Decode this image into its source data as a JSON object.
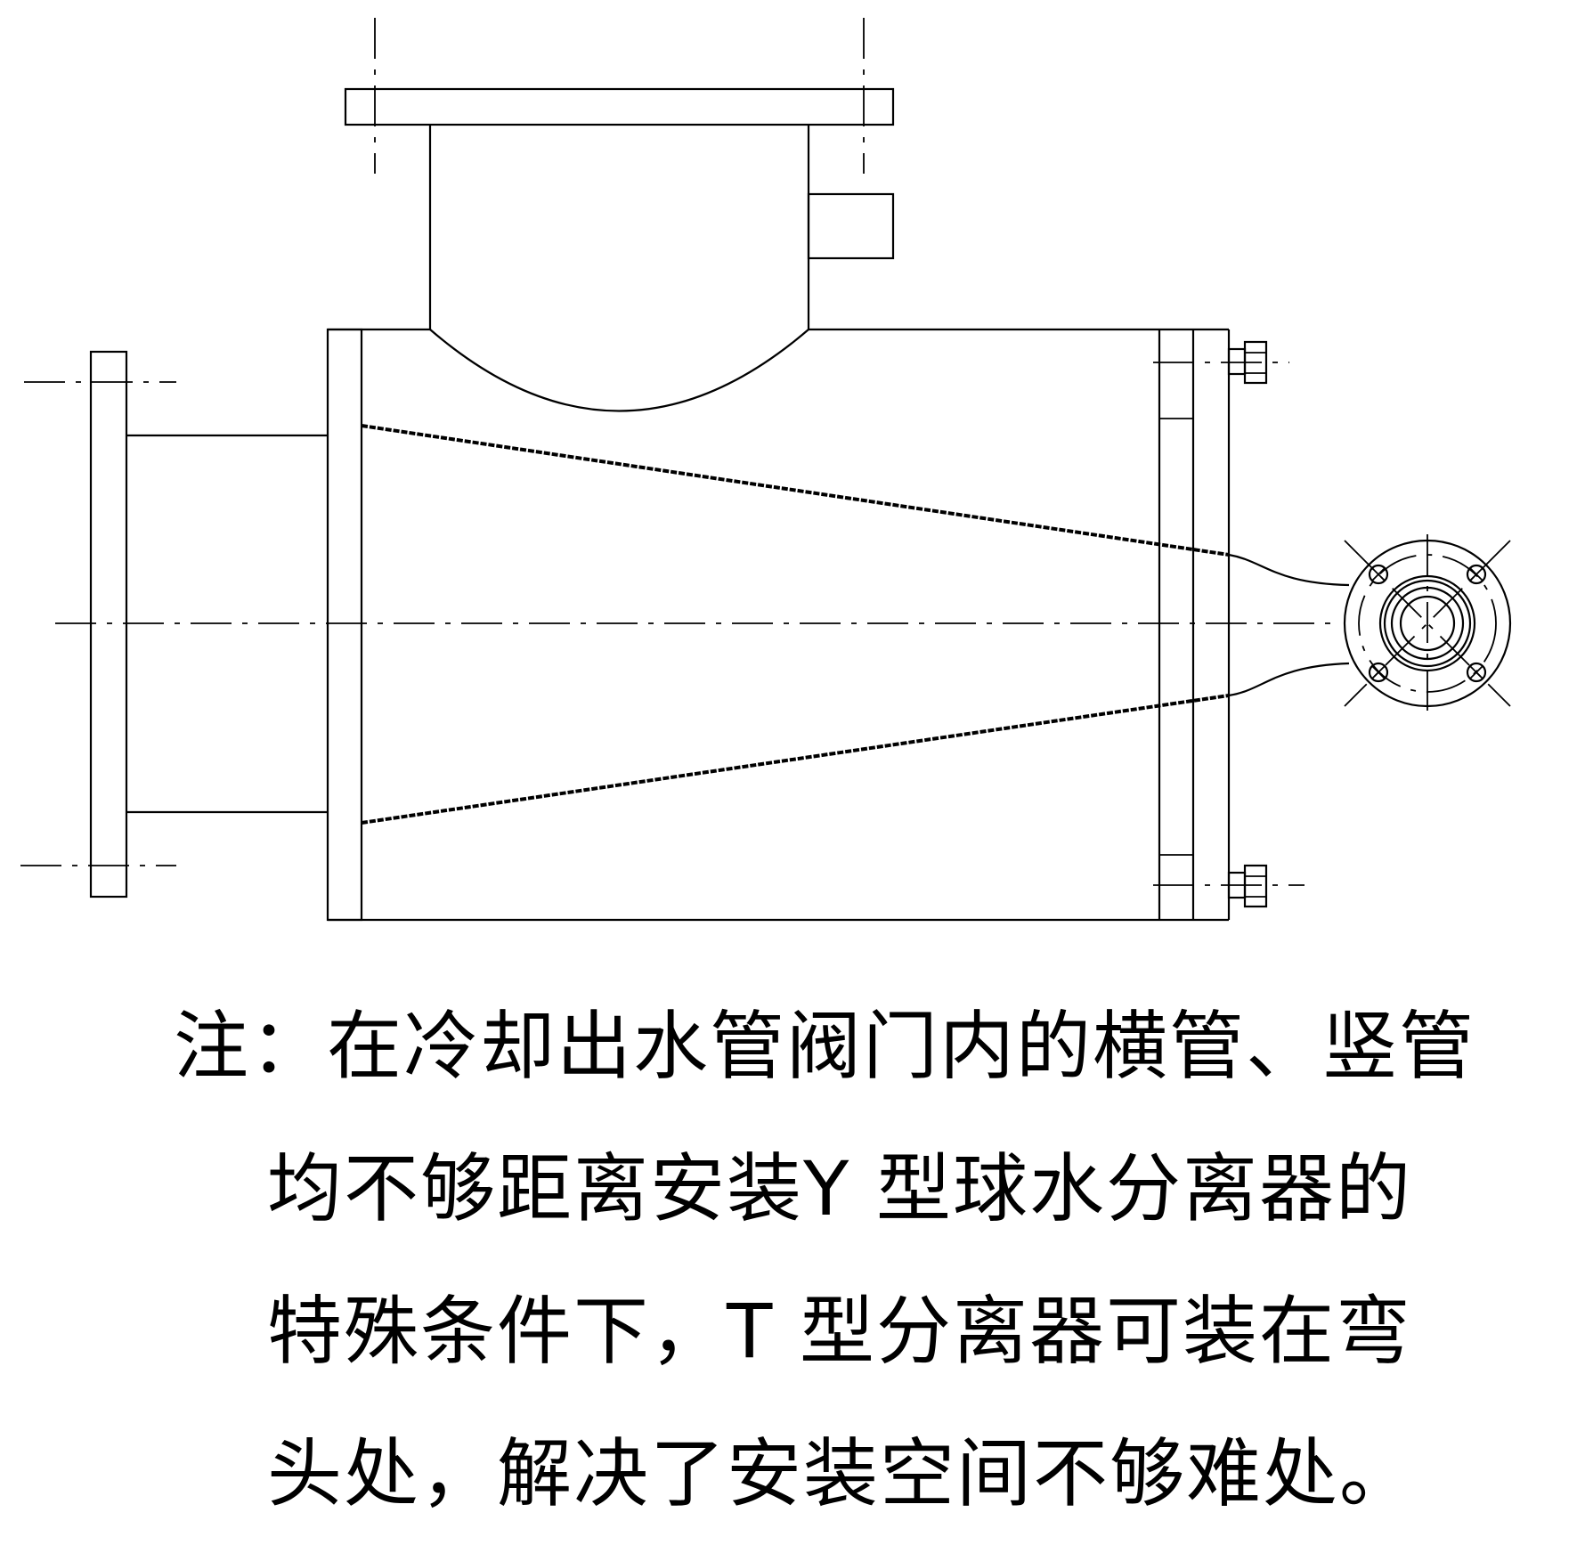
{
  "note": {
    "lines": [
      "注：在冷却出水管阀门内的横管、竖管",
      "均不够距离安装Y 型球水分离器的",
      "特殊条件下，T 型分离器可装在弯",
      "头处，解决了安装空间不够难处。"
    ]
  }
}
